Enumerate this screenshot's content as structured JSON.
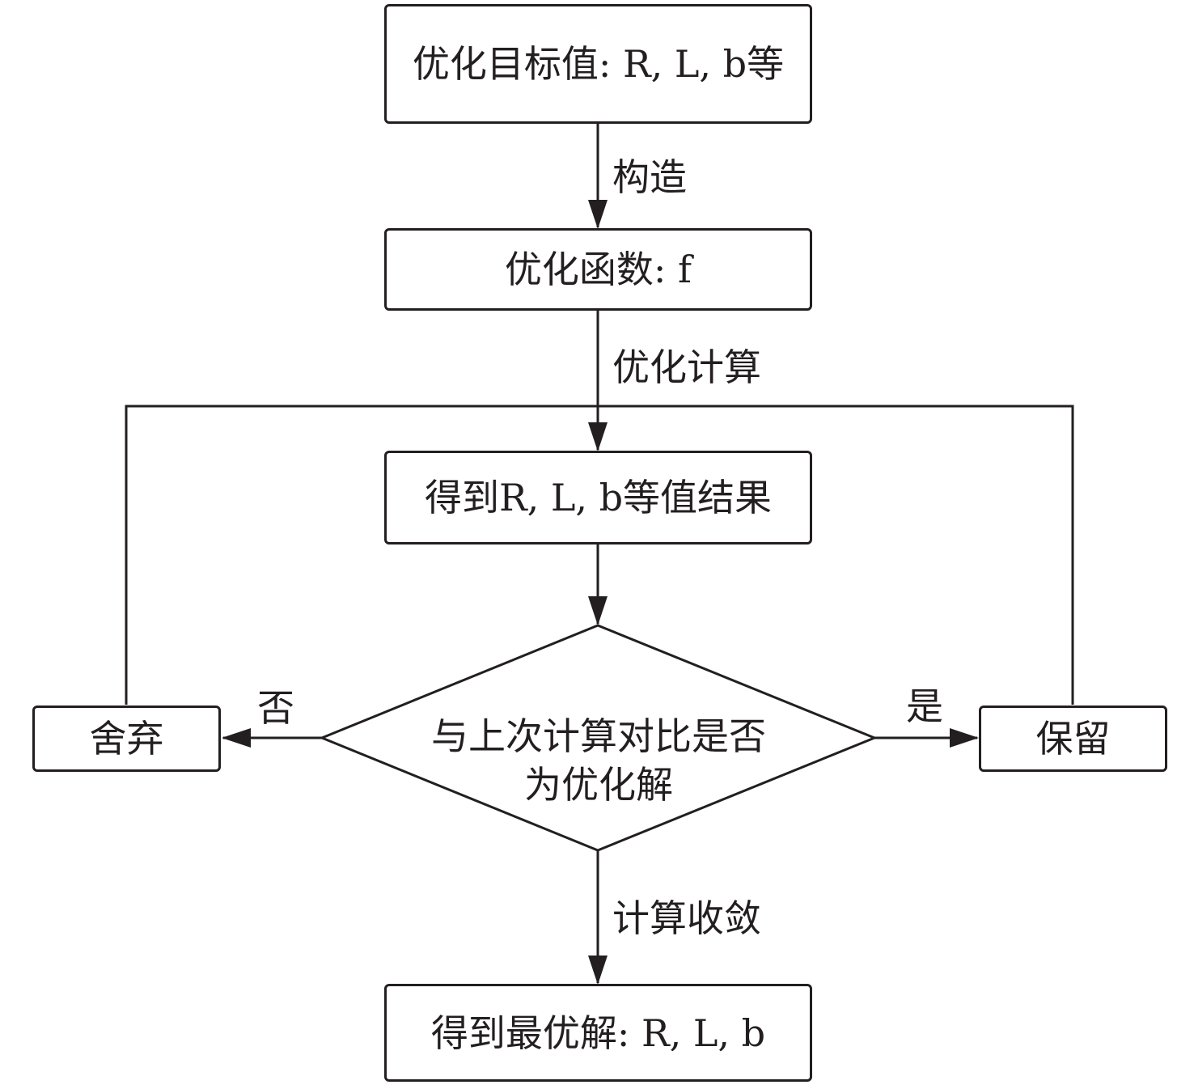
{
  "nodes": {
    "objective": {
      "text": "优化目标值: R, L, b等"
    },
    "function": {
      "text": "优化函数: f"
    },
    "result": {
      "text": "得到R, L, b等值结果"
    },
    "decision": {
      "line1": "与上次计算对比是否",
      "line2": "为优化解"
    },
    "discard": {
      "text": "舍弃"
    },
    "keep": {
      "text": "保留"
    },
    "optimal": {
      "text": "得到最优解: R, L, b"
    }
  },
  "edges": {
    "construct": {
      "label": "构造"
    },
    "optimize_calc": {
      "label": "优化计算"
    },
    "no": {
      "label": "否"
    },
    "yes": {
      "label": "是"
    },
    "converge": {
      "label": "计算收敛"
    }
  },
  "colors": {
    "stroke": "#231f20",
    "background": "#ffffff"
  }
}
